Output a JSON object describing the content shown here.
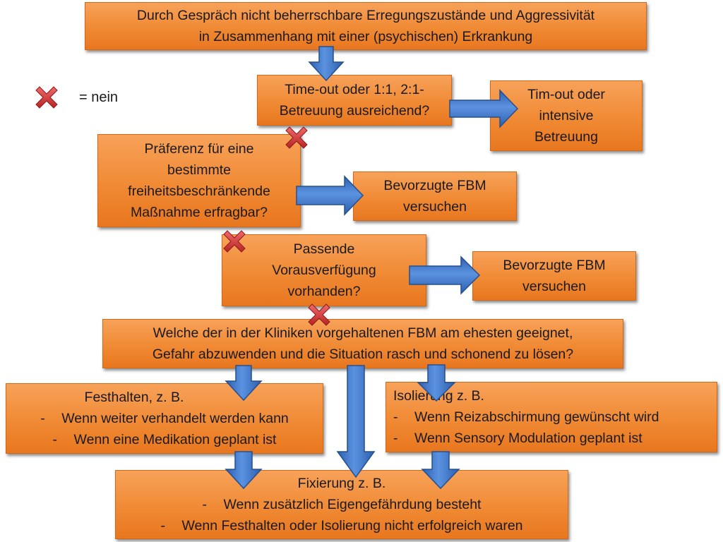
{
  "colors": {
    "box_fill": "#f08a34",
    "arrow_blue": "#3f78c9",
    "cross_red": "#d43a3a"
  },
  "legend": {
    "icon": "red-x-icon",
    "label": "= nein"
  },
  "boxes": {
    "top": {
      "lines": [
        "Durch Gespräch nicht beherrschbare Erregungszustände und Aggressivität",
        "in Zusammenhang mit einer (psychischen) Erkrankung"
      ]
    },
    "timeout_q": {
      "lines": [
        "Time-out oder 1:1, 2:1-",
        "Betreuung ausreichend?"
      ]
    },
    "timeout_a": {
      "lines": [
        "Tim-out oder",
        "intensive",
        "Betreuung"
      ]
    },
    "pref_q": {
      "lines": [
        "Präferenz für eine",
        "bestimmte",
        "freiheitsbeschränkende",
        "Maßnahme erfragbar?"
      ]
    },
    "pref_a": {
      "lines": [
        "Bevorzugte FBM",
        "versuchen"
      ]
    },
    "vorausv_q": {
      "lines": [
        "Passende",
        "Vorausverfügung",
        "vorhanden?"
      ]
    },
    "vorausv_a": {
      "lines": [
        "Bevorzugte FBM",
        "versuchen"
      ]
    },
    "welche": {
      "lines": [
        "Welche der in der Kliniken vorgehaltenen FBM am ehesten geeignet,",
        "Gefahr abzuwenden und die Situation rasch und schonend zu lösen?"
      ]
    },
    "festhalten": {
      "title": "Festhalten, z. B.",
      "items": [
        "Wenn weiter verhandelt werden kann",
        "Wenn eine Medikation geplant ist"
      ]
    },
    "isolierung": {
      "title": "Isolierung z. B.",
      "items": [
        "Wenn Reizabschirmung gewünscht wird",
        "Wenn Sensory Modulation geplant ist"
      ]
    },
    "fixierung": {
      "title": "Fixierung z. B.",
      "items": [
        "Wenn zusätzlich Eigengefährdung besteht",
        "Wenn Festhalten oder Isolierung nicht erfolgreich waren"
      ]
    }
  },
  "bullet": "-"
}
